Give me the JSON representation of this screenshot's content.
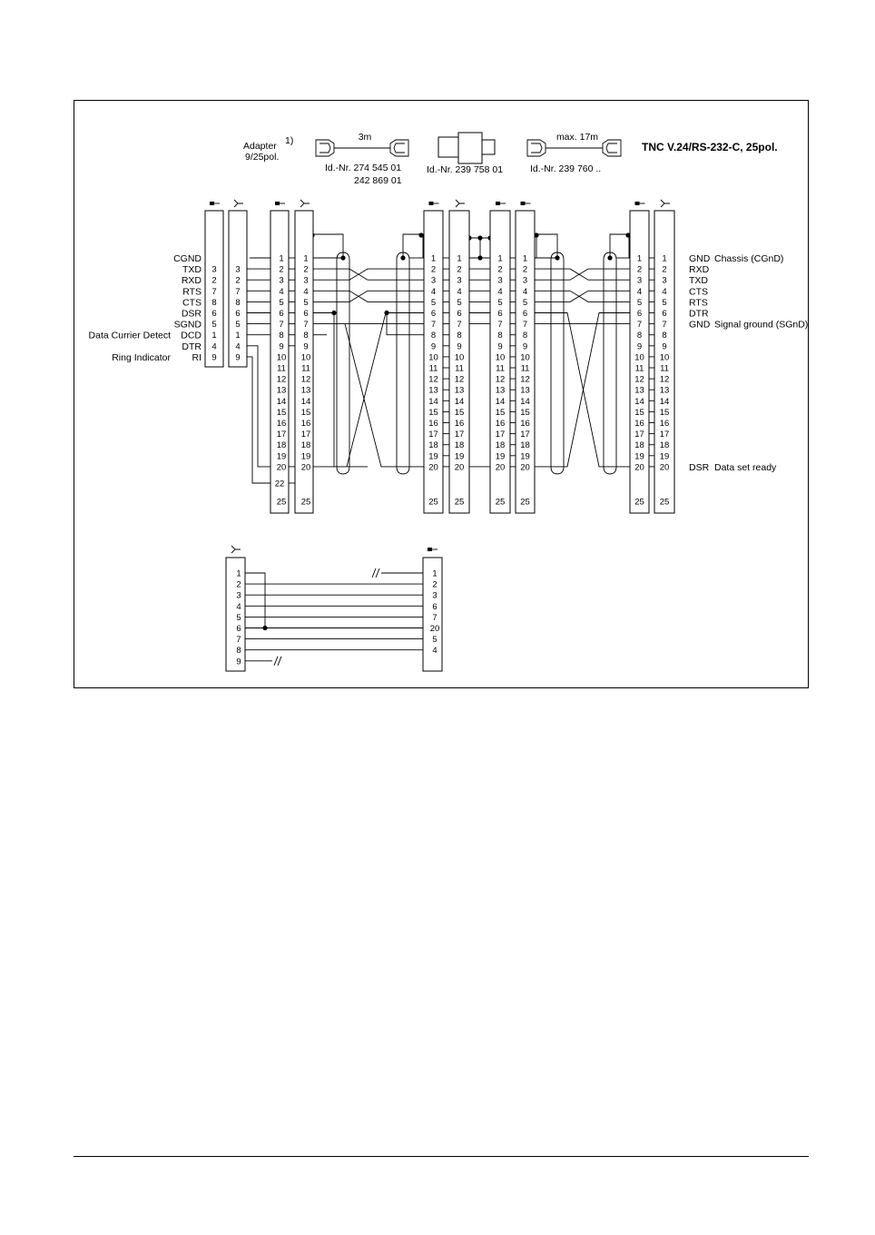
{
  "header": {
    "adapter_label": "Adapter",
    "adapter_footnote": "1)",
    "adapter_poles": "9/25pol.",
    "cable_length_1": "3m",
    "cable_id_1a": "Id.-Nr. 274 545 01",
    "cable_id_1b": "242 869 01",
    "adapter_id": "Id.-Nr. 239 758 01",
    "cable_length_2": "max. 17m",
    "cable_id_2": "Id.-Nr. 239 760 ..",
    "tnc_title": "TNC V.24/RS-232-C, 25pol."
  },
  "left_signals": [
    {
      "name": "CGND",
      "desc": ""
    },
    {
      "name": "TXD",
      "desc": ""
    },
    {
      "name": "RXD",
      "desc": ""
    },
    {
      "name": "RTS",
      "desc": ""
    },
    {
      "name": "CTS",
      "desc": ""
    },
    {
      "name": "DSR",
      "desc": ""
    },
    {
      "name": "SGND",
      "desc": ""
    },
    {
      "name": "DCD",
      "desc": "Data Currier Detect"
    },
    {
      "name": "DTR",
      "desc": ""
    },
    {
      "name": "RI",
      "desc": "Ring Indicator"
    }
  ],
  "col9_pins": [
    "3",
    "2",
    "7",
    "8",
    "6",
    "5",
    "1",
    "4",
    "9"
  ],
  "adapter9_pins": [
    "3",
    "2",
    "7",
    "8",
    "6",
    "5",
    "1",
    "4",
    "9"
  ],
  "pins25": [
    "1",
    "2",
    "3",
    "4",
    "5",
    "6",
    "7",
    "8",
    "9",
    "10",
    "11",
    "12",
    "13",
    "14",
    "15",
    "16",
    "17",
    "18",
    "19",
    "20"
  ],
  "pin22": "22",
  "pin25": "25",
  "right_signals": [
    {
      "name": "GND",
      "desc": "Chassis (CGnD)"
    },
    {
      "name": "RXD",
      "desc": ""
    },
    {
      "name": "TXD",
      "desc": ""
    },
    {
      "name": "CTS",
      "desc": ""
    },
    {
      "name": "RTS",
      "desc": ""
    },
    {
      "name": "DTR",
      "desc": ""
    },
    {
      "name": "GND",
      "desc": "Signal ground (SGnD)"
    },
    {
      "name": "DSR",
      "desc": "Data set ready"
    }
  ],
  "lower": {
    "left_pins": [
      "1",
      "2",
      "3",
      "4",
      "5",
      "6",
      "7",
      "8",
      "9"
    ],
    "right_pins": [
      "1",
      "2",
      "3",
      "6",
      "7",
      "20",
      "5",
      "4"
    ]
  }
}
